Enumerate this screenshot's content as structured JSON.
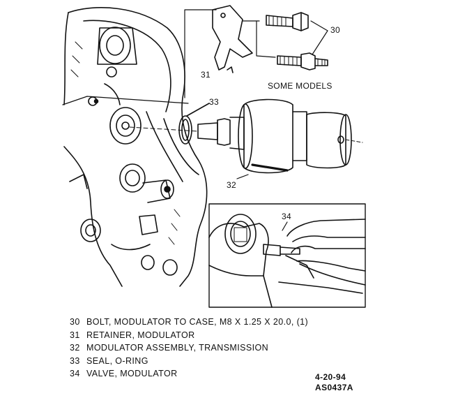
{
  "callouts": {
    "c30": "30",
    "c31": "31",
    "c32": "32",
    "c33": "33",
    "c34": "34",
    "some_models": "SOME MODELS"
  },
  "legend": [
    {
      "num": "30",
      "text": "BOLT, MODULATOR TO CASE, M8 X 1.25 X 20.0, (1)"
    },
    {
      "num": "31",
      "text": "RETAINER, MODULATOR"
    },
    {
      "num": "32",
      "text": "MODULATOR ASSEMBLY, TRANSMISSION"
    },
    {
      "num": "33",
      "text": "SEAL, O-RING"
    },
    {
      "num": "34",
      "text": "VALVE, MODULATOR"
    }
  ],
  "stamp": {
    "date": "4-20-94",
    "code": "AS0437A"
  }
}
